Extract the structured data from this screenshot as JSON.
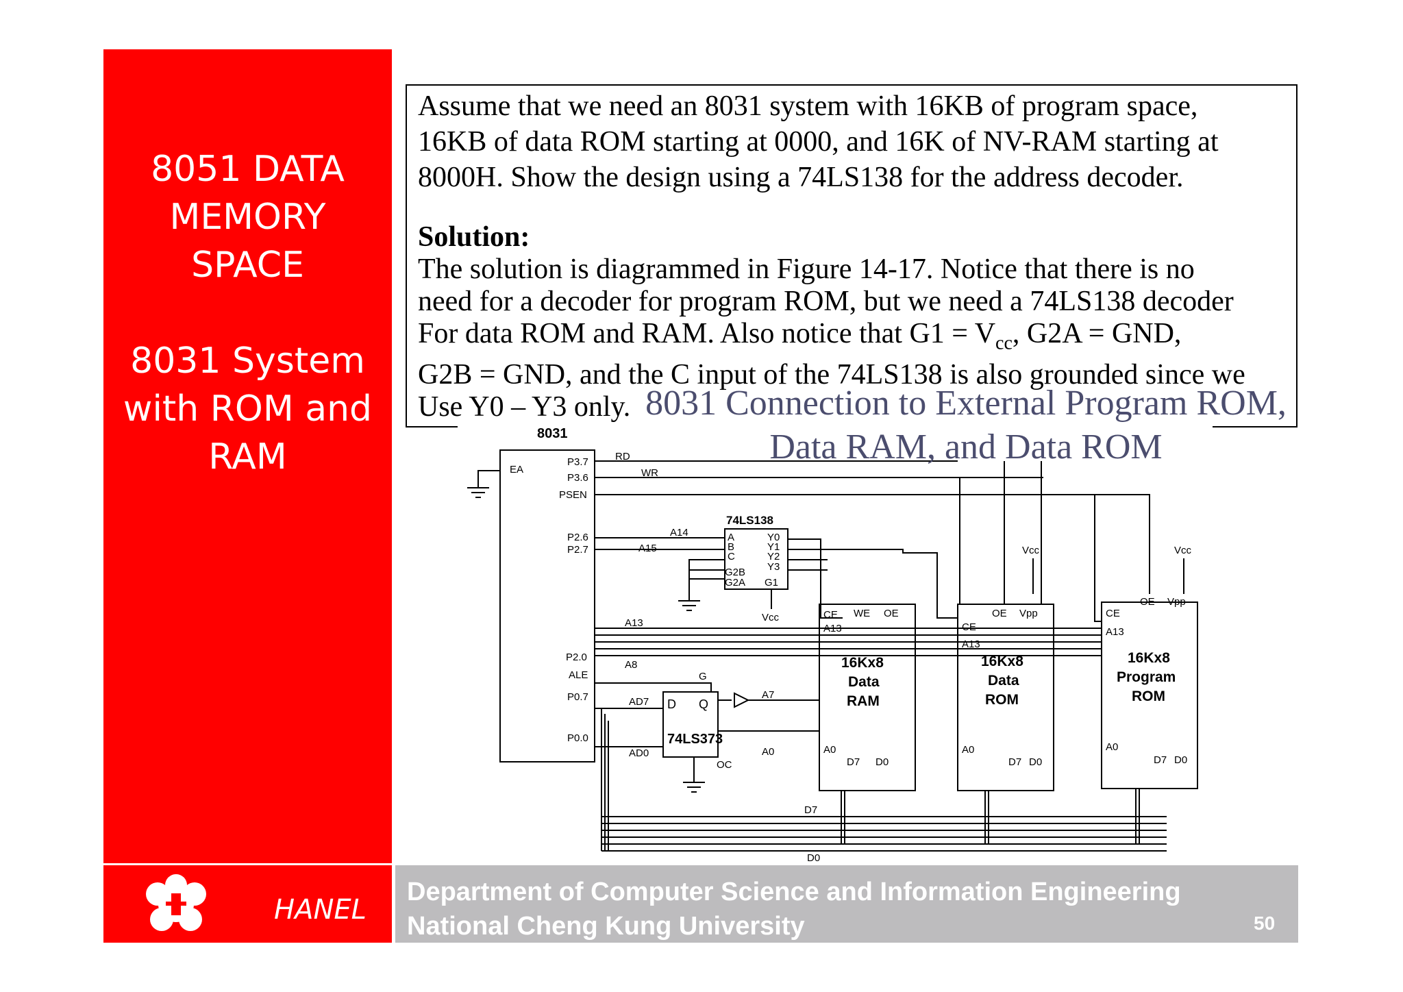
{
  "sidebar": {
    "title_lines": [
      "8051 DATA",
      "MEMORY",
      "SPACE"
    ],
    "subtitle_lines": [
      "8031 System",
      "with ROM and",
      "RAM"
    ],
    "bg_color": "#ff0000"
  },
  "problem": {
    "lines": [
      "Assume that we need an 8031 system with 16KB of program space,",
      "16KB of data ROM starting at 0000, and 16K of NV-RAM starting at",
      "8000H. Show the design using a 74LS138 for the address decoder."
    ],
    "solution_heading": "Solution:",
    "solution_lines": [
      "The solution is diagrammed in Figure 14-17. Notice that there is no",
      "need for a decoder for program ROM, but we need a 74LS138 decoder",
      "For data ROM and RAM. Also notice that G1 = V",
      "G2B = GND, and the C input of the 74LS138 is also grounded since we",
      "Use Y0 – Y3 only."
    ],
    "vcc_sub": "cc",
    "line3_tail": ", G2A = GND,"
  },
  "caption": {
    "line1": "8031 Connection to External Program ROM,",
    "line2": "Data RAM, and Data ROM"
  },
  "diagram": {
    "cpu": {
      "name": "8031",
      "pins": [
        "EA",
        "P3.7",
        "P3.6",
        "PSEN",
        "P2.6",
        "P2.7",
        "P2.0",
        "ALE",
        "P0.7",
        "P0.0"
      ]
    },
    "signals": {
      "rd": "RD",
      "wr": "WR",
      "a14": "A14",
      "a15": "A15",
      "a13": "A13",
      "a8": "A8",
      "ad7": "AD7",
      "ad0": "AD0",
      "a7": "A7",
      "a0": "A0",
      "g": "G",
      "d7": "D7",
      "d0": "D0"
    },
    "decoder": {
      "name": "74LS138",
      "inputs": [
        "A",
        "B",
        "C",
        "G2B",
        "G2A"
      ],
      "outputs": [
        "Y0",
        "Y1",
        "Y2",
        "Y3",
        "G1"
      ],
      "vcc": "Vcc"
    },
    "latch": {
      "name": "74LS373",
      "d": "D",
      "q": "Q",
      "oc": "OC"
    },
    "chips": [
      {
        "lines": [
          "16Kx8",
          "Data",
          "RAM"
        ],
        "pins": [
          "CE",
          "WE",
          "OE",
          "A13",
          "A0",
          "D7",
          "D0"
        ]
      },
      {
        "lines": [
          "16Kx8",
          "Data",
          "ROM"
        ],
        "pins": [
          "CE",
          "OE",
          "Vpp",
          "A13",
          "A0",
          "D7",
          "D0"
        ],
        "vcc": "Vcc"
      },
      {
        "lines": [
          "16Kx8",
          "Program",
          "ROM"
        ],
        "pins": [
          "CE",
          "OE",
          "Vpp",
          "A13",
          "A0",
          "D7",
          "D0"
        ],
        "vcc": "Vcc"
      }
    ]
  },
  "footer": {
    "brand": "HANEL",
    "dept_line1": "Department of Computer Science and Information Engineering",
    "dept_line2": "National Cheng Kung University",
    "page_number": "50",
    "bar_color": "#bdbcbe"
  }
}
